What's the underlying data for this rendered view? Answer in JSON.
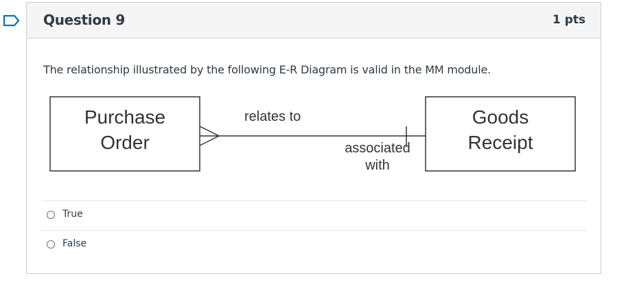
{
  "question": {
    "title": "Question 9",
    "points": "1 pts",
    "text": "The relationship illustrated by the following E-R Diagram is valid in the MM module."
  },
  "diagram": {
    "entity_left_line1": "Purchase",
    "entity_left_line2": "Order",
    "entity_right_line1": "Goods",
    "entity_right_line2": "Receipt",
    "label_top": "relates to",
    "label_bottom_line1": "associated",
    "label_bottom_line2": "with"
  },
  "answers": [
    {
      "label": "True"
    },
    {
      "label": "False"
    }
  ],
  "colors": {
    "accent": "#0374b5",
    "header_bg": "#f5f5f5",
    "border": "#c7cdd1",
    "text": "#2d3b45"
  }
}
